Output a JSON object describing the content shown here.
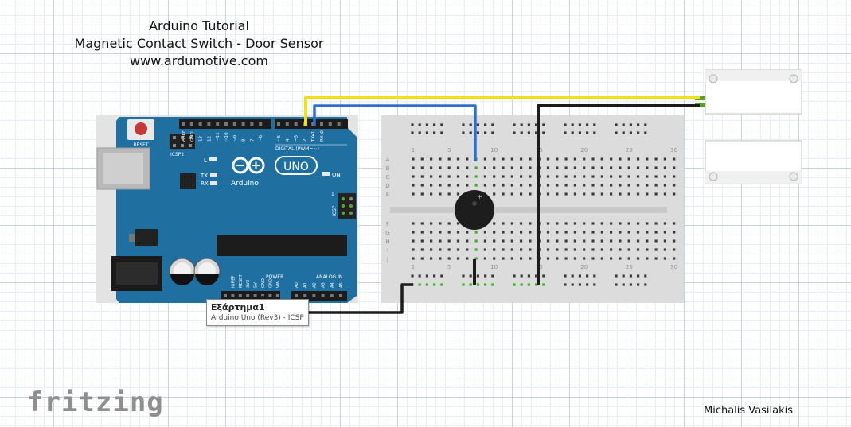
{
  "title": {
    "line1": "Arduino Tutorial",
    "line2": "Magnetic Contact Switch - Door Sensor",
    "line3": "www.ardumotive.com"
  },
  "arduino": {
    "reset_label": "RESET",
    "icsp2_label": "ICSP2",
    "icsp_label": "ICSP",
    "digital_label": "DIGITAL (PWM=~)",
    "power_label": "POWER",
    "analog_label": "ANALOG IN",
    "brand": "Arduino",
    "model": "UNO",
    "on_label": "ON",
    "l_label": "L",
    "tx_label": "TX",
    "rx_label": "RX",
    "digital_pins": [
      "AREF",
      "GND",
      "13",
      "12",
      "~11",
      "~10",
      "~9",
      "8",
      "7",
      "~6",
      "~5",
      "4",
      "~3",
      "2",
      "TX▸1",
      "RX◂0"
    ],
    "power_pins": [
      "IOREF",
      "RESET",
      "3V3",
      "5V",
      "GND",
      "GND",
      "VIN"
    ],
    "analog_pins": [
      "A0",
      "A1",
      "A2",
      "A3",
      "A4",
      "A5"
    ]
  },
  "breadboard": {
    "column_numbers": [
      "1",
      "5",
      "10",
      "15",
      "20",
      "25",
      "30"
    ],
    "row_letters_top": [
      "A",
      "B",
      "C",
      "D",
      "E"
    ],
    "row_letters_bottom": [
      "F",
      "G",
      "H",
      "I",
      "J"
    ]
  },
  "tooltip": {
    "name": "Εξάρτημα1",
    "part": "Arduino Uno (Rev3) - ICSP"
  },
  "logo_text": "fritzing",
  "author": "Michalis Vasilakis",
  "wire_colors": {
    "yellow": "#f0e016",
    "blue": "#2f6fd0",
    "black": "#1c1c1c"
  },
  "colors": {
    "board": "#1f6fa0",
    "breadboard": "#dcdcdc"
  }
}
